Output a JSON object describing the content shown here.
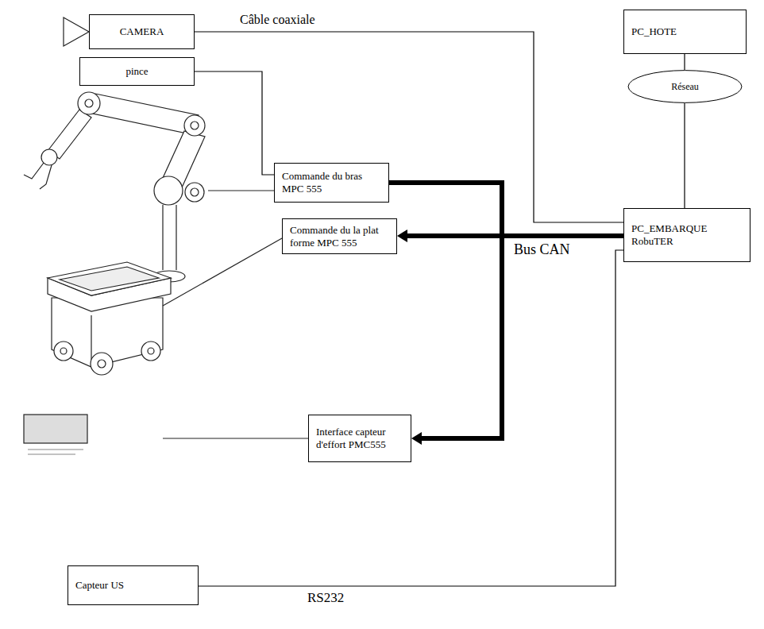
{
  "diagram": {
    "nodes": [
      {
        "text": [
          "CAMERA"
        ]
      },
      {
        "text": [
          "PC_HOTE"
        ]
      },
      {
        "text": [
          "Réseau"
        ]
      },
      {
        "text": [
          "pince"
        ]
      },
      {
        "text": [
          "Commande du bras MPC 555"
        ]
      },
      {
        "text": [
          "PC_EMBARQUE RobuTER"
        ]
      },
      {
        "text": [
          "Commande du la plat forme MPC 555"
        ]
      },
      {
        "text": [
          "Interface capteur d'effort PMC555"
        ]
      },
      {
        "text": [
          "Capteur US"
        ]
      }
    ],
    "edges": [
      {
        "from": 0,
        "to": 5,
        "arrow": "none",
        "label": "Câble coaxiale"
      },
      {
        "from": 1,
        "to": 2,
        "arrow": "none"
      },
      {
        "from": 2,
        "to": 5,
        "arrow": "none"
      },
      {
        "from": 3,
        "to": 4,
        "arrow": "none"
      },
      {
        "from": 5,
        "to": 4,
        "arrow": "none"
      },
      {
        "from": 5,
        "to": 6,
        "arrow": "to",
        "label": "Bus CAN"
      },
      {
        "from": 5,
        "to": 7,
        "arrow": "to"
      },
      {
        "from": 8,
        "to": 5,
        "arrow": "none",
        "label": "RS232"
      }
    ]
  }
}
